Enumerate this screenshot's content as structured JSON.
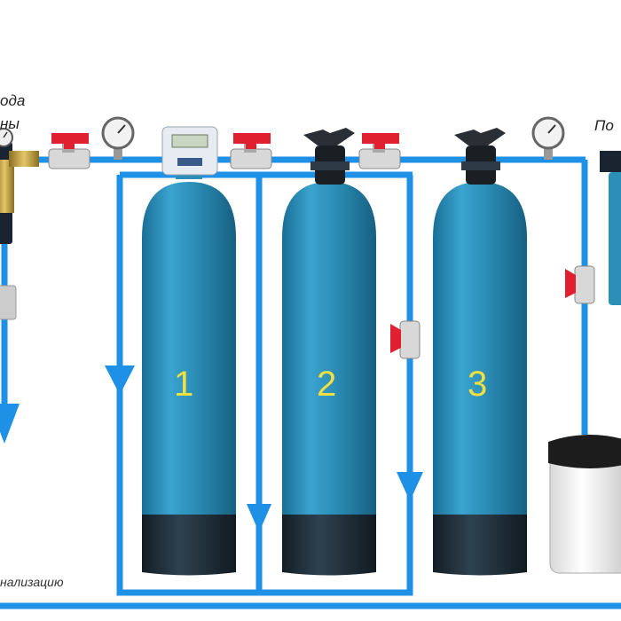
{
  "labels": {
    "inlet_line1": "ода",
    "inlet_line2": "ны",
    "outlet": "По",
    "drain": "нализацию"
  },
  "filters": [
    {
      "number": "1"
    },
    {
      "number": "2"
    },
    {
      "number": "3"
    }
  ],
  "colors": {
    "pipe": "#1e90e6",
    "tank_body": "#2c8fb8",
    "tank_base": "#1f2f3a",
    "valve_handle": "#e02030",
    "filter_number": "#f0e040"
  }
}
